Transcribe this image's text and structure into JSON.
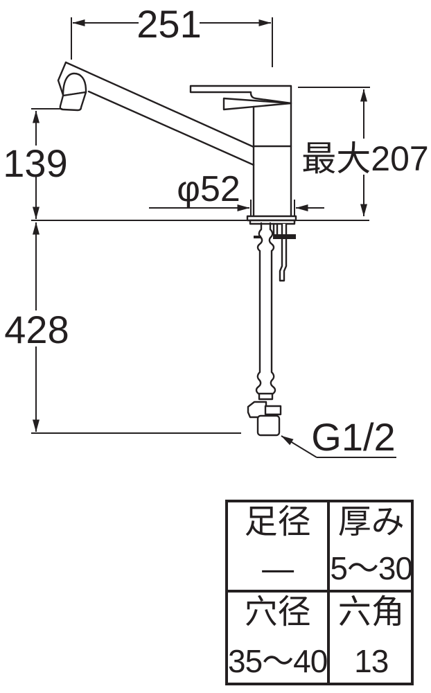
{
  "figure": {
    "type": "technical-dimension-drawing",
    "subject": "single-lever kitchen faucet side view",
    "colors": {
      "line": "#231f20",
      "background": "#ffffff"
    },
    "dimensions": {
      "spout_reach": "251",
      "spout_height": "139",
      "hose_length": "428",
      "max_height": "最大207",
      "base_diameter": "φ52",
      "thread_size": "G1/2"
    }
  },
  "spec_table": {
    "cells": [
      {
        "label": "足径",
        "value": "—"
      },
      {
        "label": "厚み",
        "value": "5〜30"
      },
      {
        "label": "穴径",
        "value": "35〜40"
      },
      {
        "label": "六角",
        "value": "13"
      }
    ]
  }
}
